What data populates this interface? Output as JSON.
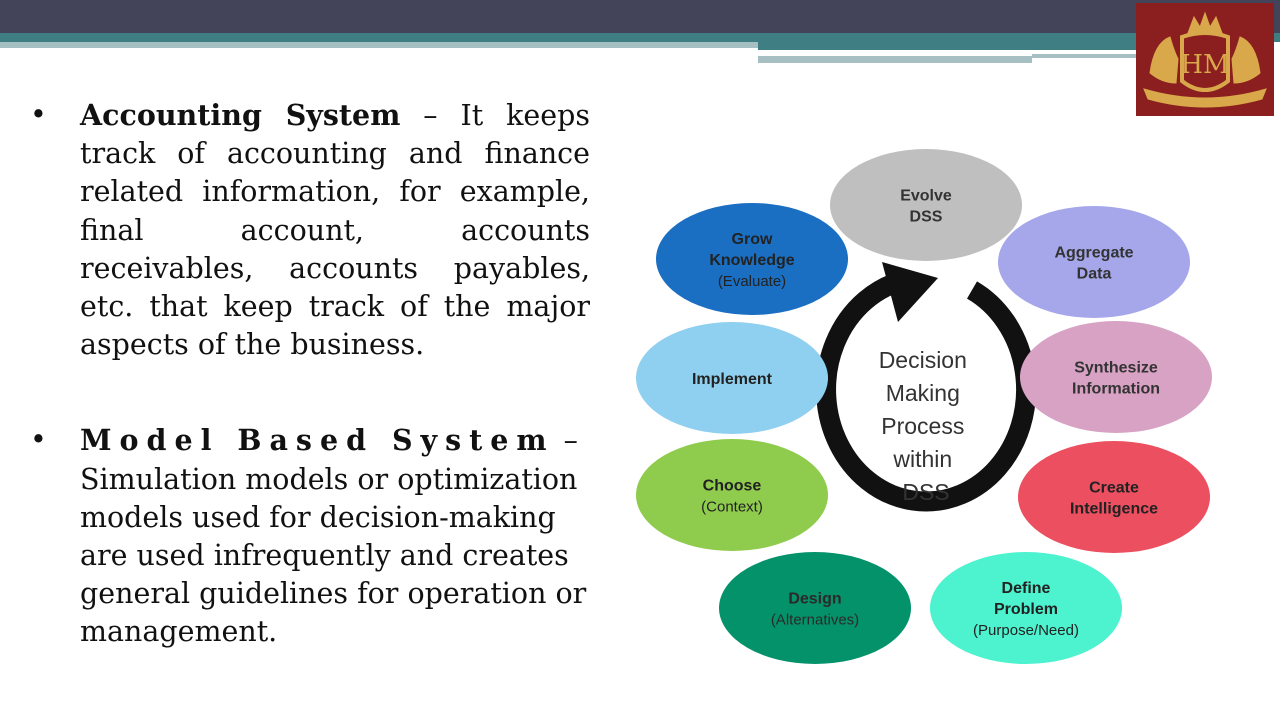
{
  "slide": {
    "bullets": [
      {
        "marker": "•",
        "term": "Accounting System",
        "text": " – It keeps track of accounting and finance related information, for example, final account, accounts receivables, accounts payables, etc. that keep track of the major aspects of the business."
      },
      {
        "marker": "•",
        "term": "Model Based System",
        "text": " – Simulation models or optimization models used for decision-making are used infrequently and creates general guidelines for operation or management."
      }
    ]
  },
  "diagram": {
    "center_lines": [
      "Decision",
      "Making",
      "Process",
      "within",
      "DSS"
    ],
    "nodes": [
      {
        "title": [
          "Evolve",
          "DSS"
        ],
        "subtitle": "",
        "color": "#bfbfbf"
      },
      {
        "title": [
          "Aggregate",
          "Data"
        ],
        "subtitle": "",
        "color": "#a5a7ea"
      },
      {
        "title": [
          "Synthesize",
          "Information"
        ],
        "subtitle": "",
        "color": "#d8a2c4"
      },
      {
        "title": [
          "Create",
          "Intelligence"
        ],
        "subtitle": "",
        "color": "#ec4f5f"
      },
      {
        "title": [
          "Define",
          "Problem"
        ],
        "subtitle": "(Purpose/Need)",
        "color": "#4df2cf"
      },
      {
        "title": [
          "Design"
        ],
        "subtitle": "(Alternatives)",
        "color": "#04926a"
      },
      {
        "title": [
          "Choose"
        ],
        "subtitle": "(Context)",
        "color": "#8fcb4c"
      },
      {
        "title": [
          "Implement"
        ],
        "subtitle": "",
        "color": "#8fcff0"
      },
      {
        "title": [
          "Grow",
          "Knowledge"
        ],
        "subtitle": "(Evaluate)",
        "color": "#1a6fc2"
      }
    ],
    "arrow_color": "#111111"
  },
  "colors": {
    "band_dark": "#434359",
    "band_teal": "#3f7f84",
    "logo_bg": "#8b1f1f",
    "logo_gold": "#d9a84a"
  }
}
